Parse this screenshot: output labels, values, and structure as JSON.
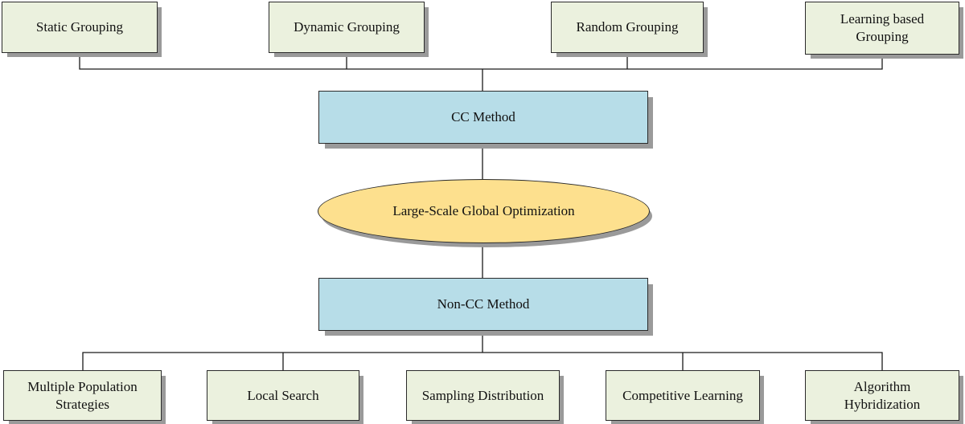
{
  "top_groups": [
    "Static Grouping",
    "Dynamic Grouping",
    "Random Grouping",
    "Learning based\nGrouping"
  ],
  "cc_method": "CC Method",
  "center": "Large-Scale Global Optimization",
  "non_cc_method": "Non-CC Method",
  "bottom_groups": [
    "Multiple Population\nStrategies",
    "Local Search",
    "Sampling Distribution",
    "Competitive Learning",
    "Algorithm\nHybridization"
  ],
  "colors": {
    "leaf_fill": "#ebf1de",
    "method_fill": "#b7dde8",
    "center_fill": "#fde08e"
  }
}
